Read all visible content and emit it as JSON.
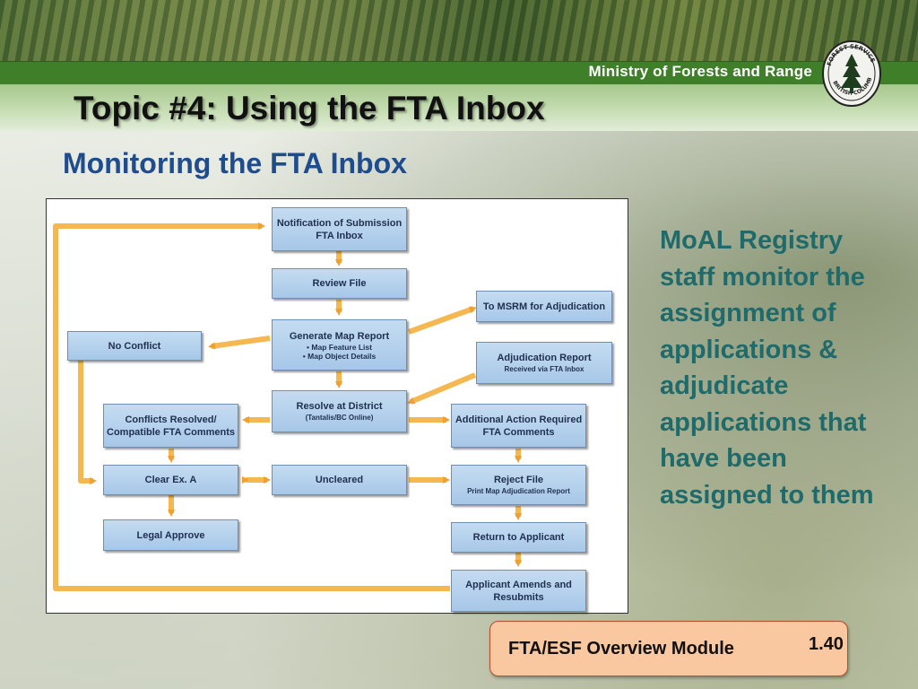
{
  "header": {
    "ministry": "Ministry of Forests and Range",
    "title": "Topic #4: Using the FTA Inbox",
    "subtitle": "Monitoring the FTA Inbox",
    "logo_icon": "forest-service-bc-seal",
    "logo_text_top": "FOREST SERVICE",
    "logo_text_bottom": "BRITISH COLUMBIA"
  },
  "flowchart": {
    "notification": "Notification of Submission FTA Inbox",
    "review_file": "Review File",
    "generate_title": "Generate Map Report",
    "generate_items": [
      "Map Feature List",
      "Map Object Details"
    ],
    "to_msrm": "To MSRM for Adjudication",
    "adjudication_title": "Adjudication Report",
    "adjudication_sub": "Received via FTA Inbox",
    "no_conflict": "No Conflict",
    "resolve_title": "Resolve at District",
    "resolve_sub": "(Tantalis/BC Online)",
    "conflicts_resolved": "Conflicts Resolved/ Compatible FTA Comments",
    "additional_action": "Additional Action Required FTA Comments",
    "clear_ex_a": "Clear Ex. A",
    "uncleared": "Uncleared",
    "reject_title": "Reject File",
    "reject_sub": "Print Map Adjudication Report",
    "legal_approve": "Legal Approve",
    "return_applicant": "Return to Applicant",
    "applicant_amends": "Applicant Amends and Resubmits",
    "arrow_color": "#f0a030"
  },
  "body_text": "MoAL Registry staff monitor the assignment of applications & adjudicate applications that have been assigned to them",
  "footer": {
    "label": "FTA/ESF Overview Module",
    "slide_number": "1.40"
  }
}
